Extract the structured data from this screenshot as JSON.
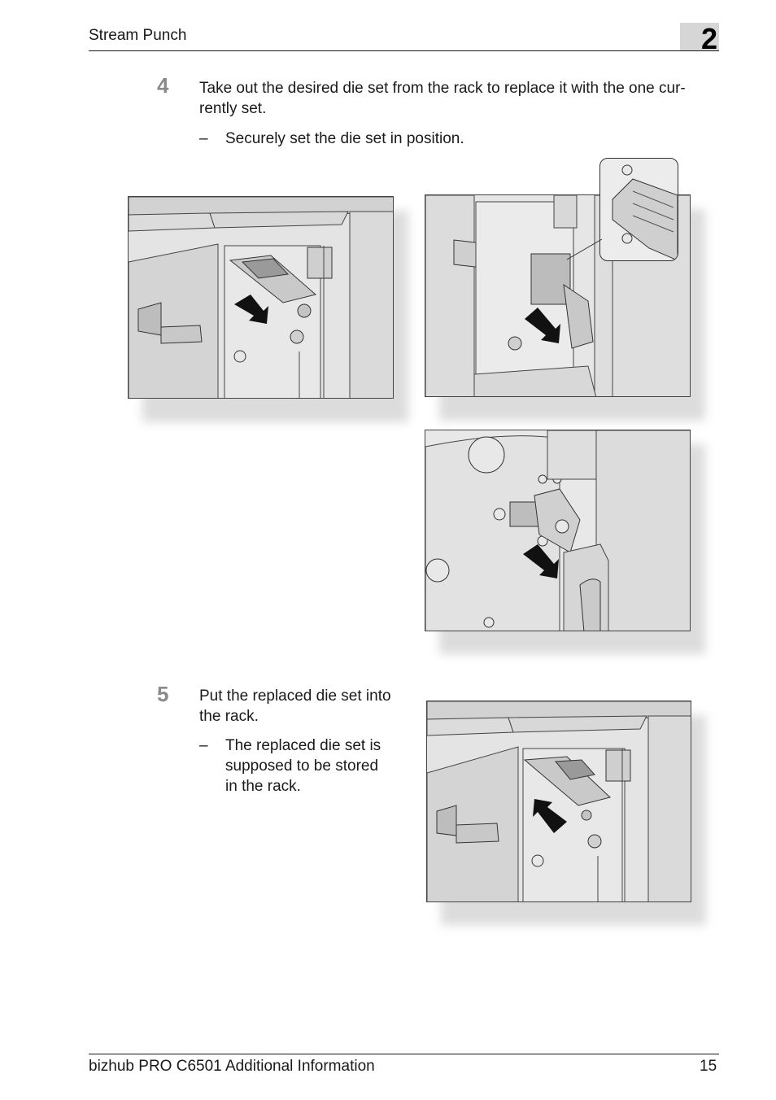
{
  "header": {
    "section_title": "Stream Punch",
    "chapter_number": "2"
  },
  "steps": [
    {
      "number": "4",
      "text_line1": "Take out the desired die set from the rack to replace it with the one cur-",
      "text_line2": "rently set.",
      "bullet_dash": "–",
      "bullet": "Securely set the die set in position."
    },
    {
      "number": "5",
      "text_line1": "Put the replaced die set into",
      "text_line2": "the rack.",
      "bullet_dash": "–",
      "bullet_line1": "The replaced die set is",
      "bullet_line2": "supposed to be stored",
      "bullet_line3": "in the rack."
    }
  ],
  "footer": {
    "manual_title": "bizhub PRO C6501 Additional Information",
    "page_number": "15"
  },
  "illustrations": [
    "rack-pull-out-illustration",
    "die-set-insert-illustration",
    "die-set-secure-illustration",
    "die-set-return-illustration"
  ]
}
